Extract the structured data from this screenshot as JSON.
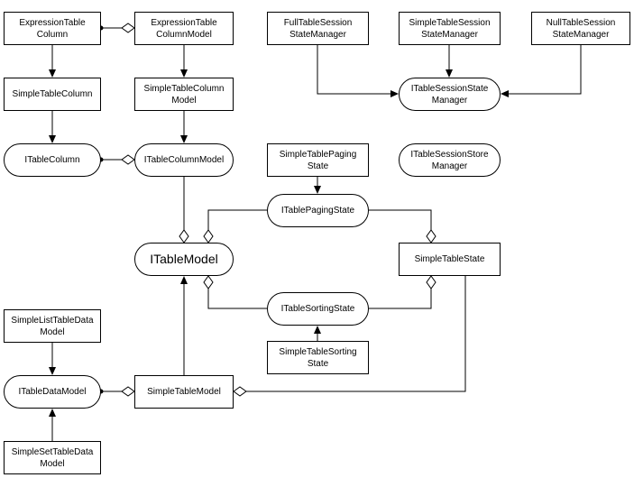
{
  "diagram": {
    "title": "",
    "nodes": {
      "expression_table_column": {
        "label": "ExpressionTable\nColumn",
        "kind": "class"
      },
      "expression_table_column_model": {
        "label": "ExpressionTable\nColumnModel",
        "kind": "class"
      },
      "full_table_session_state_manager": {
        "label": "FullTableSession\nStateManager",
        "kind": "class"
      },
      "simple_table_session_state_manager": {
        "label": "SimpleTableSession\nStateManager",
        "kind": "class"
      },
      "null_table_session_state_manager": {
        "label": "NullTableSession\nStateManager",
        "kind": "class"
      },
      "simple_table_column": {
        "label": "SimpleTableColumn",
        "kind": "class"
      },
      "simple_table_column_model": {
        "label": "SimpleTableColumn\nModel",
        "kind": "class"
      },
      "itable_session_state_manager": {
        "label": "ITableSessionState\nManager",
        "kind": "interface"
      },
      "itable_column": {
        "label": "ITableColumn",
        "kind": "interface"
      },
      "itable_column_model": {
        "label": "ITableColumnModel",
        "kind": "interface"
      },
      "simple_table_paging_state": {
        "label": "SimpleTablePaging\nState",
        "kind": "class"
      },
      "itable_session_store_manager": {
        "label": "ITableSessionStore\nManager",
        "kind": "interface"
      },
      "itable_paging_state": {
        "label": "ITablePagingState",
        "kind": "interface"
      },
      "itable_model": {
        "label": "ITableModel",
        "kind": "interface"
      },
      "simple_table_state": {
        "label": "SimpleTableState",
        "kind": "class"
      },
      "itable_sorting_state": {
        "label": "ITableSortingState",
        "kind": "interface"
      },
      "simple_list_table_data_model": {
        "label": "SimpleListTableData\nModel",
        "kind": "class"
      },
      "simple_table_sorting_state": {
        "label": "SimpleTableSorting\nState",
        "kind": "class"
      },
      "itable_data_model": {
        "label": "ITableDataModel",
        "kind": "interface"
      },
      "simple_table_model": {
        "label": "SimpleTableModel",
        "kind": "class"
      },
      "simple_set_table_data_model": {
        "label": "SimpleSetTableData\nModel",
        "kind": "class"
      }
    },
    "edges": [
      {
        "from": "expression_table_column",
        "to": "expression_table_column_model",
        "type": "aggregation"
      },
      {
        "from": "expression_table_column",
        "to": "simple_table_column",
        "type": "generalization"
      },
      {
        "from": "expression_table_column_model",
        "to": "simple_table_column_model",
        "type": "generalization"
      },
      {
        "from": "simple_table_column",
        "to": "itable_column",
        "type": "realization"
      },
      {
        "from": "simple_table_column_model",
        "to": "itable_column_model",
        "type": "realization"
      },
      {
        "from": "itable_column",
        "to": "itable_column_model",
        "type": "aggregation"
      },
      {
        "from": "itable_column_model",
        "to": "itable_model",
        "type": "aggregation"
      },
      {
        "from": "full_table_session_state_manager",
        "to": "itable_session_state_manager",
        "type": "realization"
      },
      {
        "from": "simple_table_session_state_manager",
        "to": "itable_session_state_manager",
        "type": "realization"
      },
      {
        "from": "null_table_session_state_manager",
        "to": "itable_session_state_manager",
        "type": "realization"
      },
      {
        "from": "simple_table_paging_state",
        "to": "itable_paging_state",
        "type": "realization"
      },
      {
        "from": "itable_paging_state",
        "to": "itable_model",
        "type": "aggregation"
      },
      {
        "from": "itable_paging_state",
        "to": "simple_table_state",
        "type": "aggregation"
      },
      {
        "from": "itable_sorting_state",
        "to": "itable_model",
        "type": "aggregation"
      },
      {
        "from": "itable_sorting_state",
        "to": "simple_table_state",
        "type": "aggregation"
      },
      {
        "from": "simple_table_sorting_state",
        "to": "itable_sorting_state",
        "type": "realization"
      },
      {
        "from": "simple_table_model",
        "to": "itable_model",
        "type": "realization"
      },
      {
        "from": "simple_table_state",
        "to": "simple_table_model",
        "type": "aggregation"
      },
      {
        "from": "itable_data_model",
        "to": "simple_table_model",
        "type": "aggregation"
      },
      {
        "from": "simple_list_table_data_model",
        "to": "itable_data_model",
        "type": "realization"
      },
      {
        "from": "simple_set_table_data_model",
        "to": "itable_data_model",
        "type": "realization"
      }
    ]
  }
}
